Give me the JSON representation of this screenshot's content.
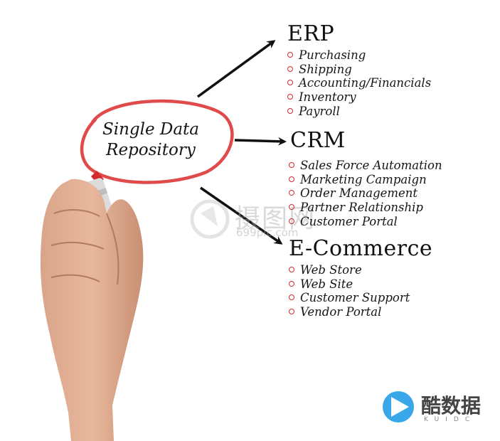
{
  "center": {
    "label_line1": "Single Data",
    "label_line2": "Repository"
  },
  "sections": [
    {
      "title": "ERP",
      "items": [
        "Purchasing",
        "Shipping",
        "Accounting/Financials",
        "Inventory",
        "Payroll"
      ]
    },
    {
      "title": "CRM",
      "items": [
        "Sales Force Automation",
        "Marketing Campaign",
        "Order Management",
        "Partner Relationship",
        "Customer Portal"
      ]
    },
    {
      "title": "E-Commerce",
      "items": [
        "Web Store",
        "Web Site",
        "Customer Support",
        "Vendor Portal"
      ]
    }
  ],
  "colors": {
    "circle": "#e04a4a",
    "bullet": "#d42a2a",
    "arrow": "#111111",
    "ink": "#151515"
  },
  "watermark": {
    "text": "摄图网",
    "url": "699pic.com"
  },
  "brand": {
    "name": "酷数据",
    "sub": "KUIDC"
  }
}
